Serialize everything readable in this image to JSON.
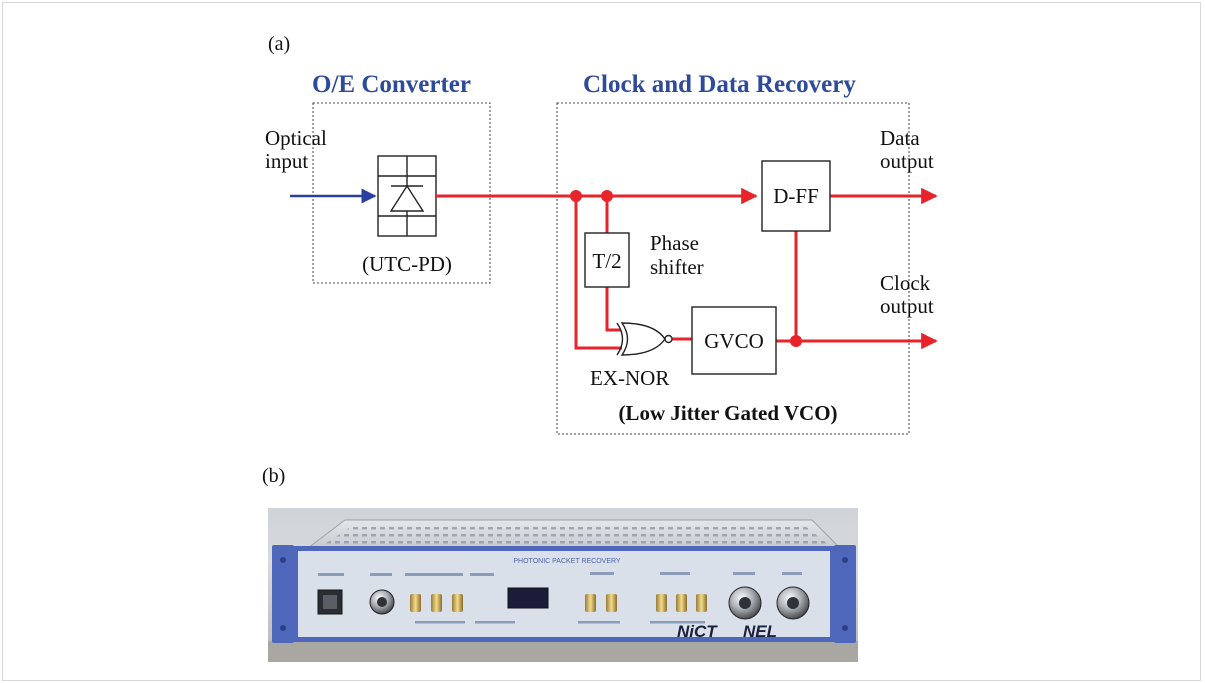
{
  "panel_a": {
    "label": "(a)",
    "left_block_title": "O/E Converter",
    "right_block_title": "Clock and Data Recovery",
    "optical_input": [
      "Optical",
      "input"
    ],
    "photodiode_label": "(UTC-PD)",
    "half_delay_label": "T/2",
    "phase_shifter_label": [
      "Phase",
      "shifter"
    ],
    "dff_label": "D-FF",
    "gvco_label": "GVCO",
    "xnor_label": "EX-NOR",
    "data_output": [
      "Data",
      "output"
    ],
    "clock_output": [
      "Clock",
      "output"
    ],
    "gated_vco_caption": "(Low Jitter Gated VCO)"
  },
  "panel_b": {
    "label": "(b)",
    "device_title": "PHOTONIC PACKET RECOVERY",
    "logos": [
      "NiCT",
      "NEL"
    ]
  },
  "colors": {
    "signal_red": "#e8232a",
    "input_blue": "#2a3f9e",
    "title_blue": "#2e4a9a",
    "panel_blue": "#4f67bb",
    "faceplate": "#d9e0ea"
  }
}
